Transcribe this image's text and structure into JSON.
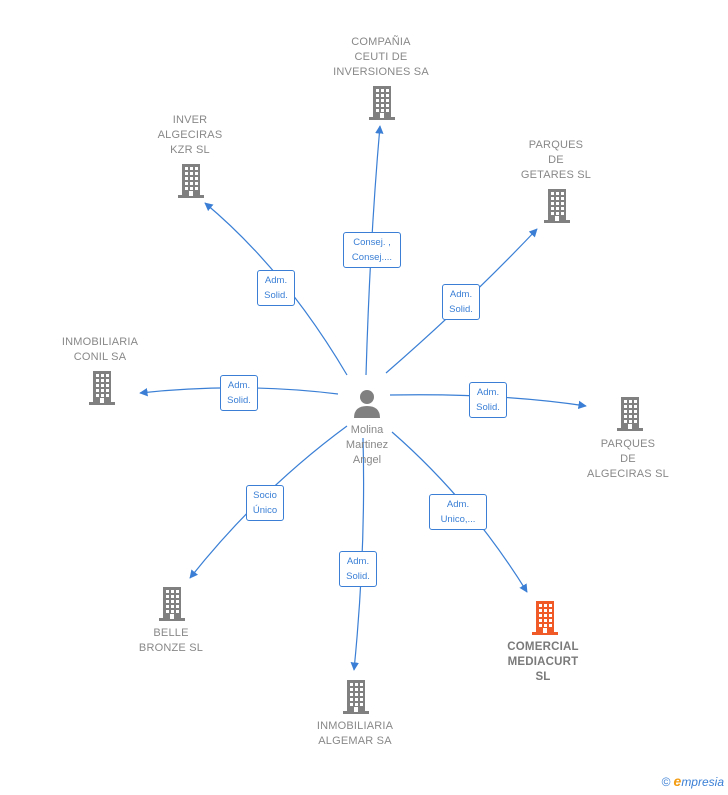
{
  "person": {
    "lines": [
      "Molina",
      "Martinez",
      "Angel"
    ]
  },
  "companies": [
    {
      "id": "compania-ceuti",
      "lines": [
        "COMPAÑIA",
        "CEUTI DE",
        "INVERSIONES SA"
      ],
      "highlight": false
    },
    {
      "id": "inver-algeciras",
      "lines": [
        "INVER",
        "ALGECIRAS",
        "KZR SL"
      ],
      "highlight": false
    },
    {
      "id": "parques-getares",
      "lines": [
        "PARQUES",
        "DE",
        "GETARES SL"
      ],
      "highlight": false
    },
    {
      "id": "inmobiliaria-conil",
      "lines": [
        "INMOBILIARIA",
        "CONIL SA"
      ],
      "highlight": false
    },
    {
      "id": "parques-algeciras",
      "lines": [
        "PARQUES",
        "DE",
        "ALGECIRAS SL"
      ],
      "highlight": false
    },
    {
      "id": "belle-bronze",
      "lines": [
        "BELLE",
        "BRONZE  SL"
      ],
      "highlight": false
    },
    {
      "id": "inmobiliaria-algemar",
      "lines": [
        "INMOBILIARIA",
        "ALGEMAR SA"
      ],
      "highlight": false
    },
    {
      "id": "comercial-mediacurt",
      "lines": [
        "COMERCIAL",
        "MEDIACURT",
        "SL"
      ],
      "highlight": true
    }
  ],
  "relations": [
    {
      "id": "rel-compania-ceuti",
      "lines": [
        "Consej. ,",
        "Consej...."
      ]
    },
    {
      "id": "rel-inver-algeciras",
      "lines": [
        "Adm.",
        "Solid."
      ]
    },
    {
      "id": "rel-parques-getares",
      "lines": [
        "Adm.",
        "Solid."
      ]
    },
    {
      "id": "rel-inmobiliaria-conil",
      "lines": [
        "Adm.",
        "Solid."
      ]
    },
    {
      "id": "rel-parques-algeciras",
      "lines": [
        "Adm.",
        "Solid."
      ]
    },
    {
      "id": "rel-belle-bronze",
      "lines": [
        "Socio",
        "Único"
      ]
    },
    {
      "id": "rel-inmobiliaria-algemar",
      "lines": [
        "Adm.",
        "Solid."
      ]
    },
    {
      "id": "rel-comercial-mediacurt",
      "lines": [
        "Adm.",
        "Unico,..."
      ]
    }
  ],
  "colors": {
    "edge": "#3a7fd5",
    "building": "#808080",
    "highlight": "#f05a28",
    "person": "#808080"
  },
  "footer": {
    "copyright": "©",
    "brand_initial": "e",
    "brand_rest": "mpresia"
  }
}
